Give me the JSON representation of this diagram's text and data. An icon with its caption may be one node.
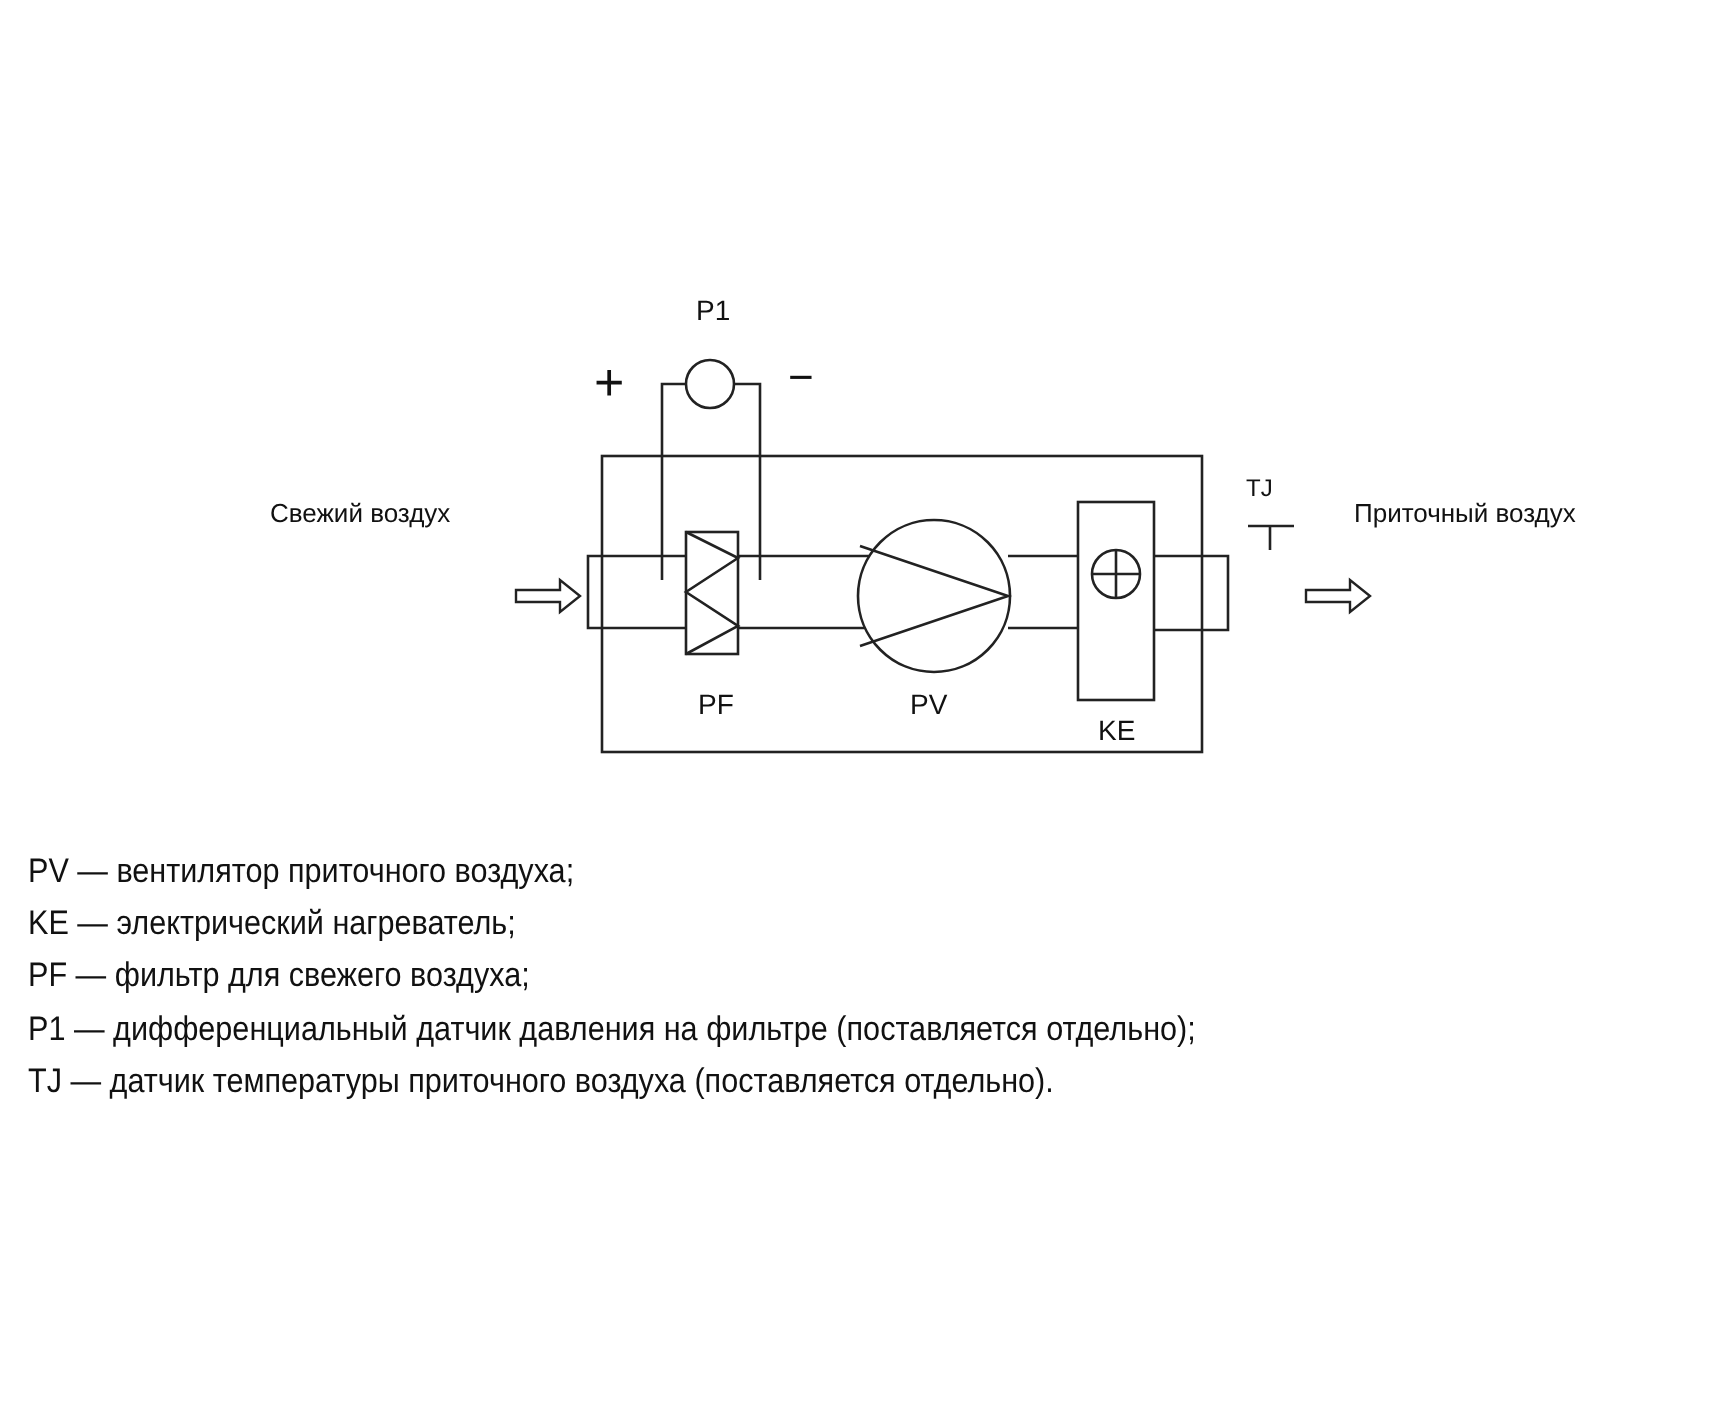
{
  "diagram": {
    "labels": [
      "P1",
      "+",
      "−",
      "Свежий воздух",
      "TJ",
      "Приточный воздух",
      "PF",
      "PV",
      "KE",
      "PV — вентилятор приточного воздуха;",
      "KE — электрический нагреватель;",
      "PF — фильтр для свежего воздуха;",
      "P1 — дифференциальный датчик давления на фильтре (поставляется отдельно);",
      "TJ — датчик температуры приточного воздуха (поставляется отдельно)."
    ]
  }
}
